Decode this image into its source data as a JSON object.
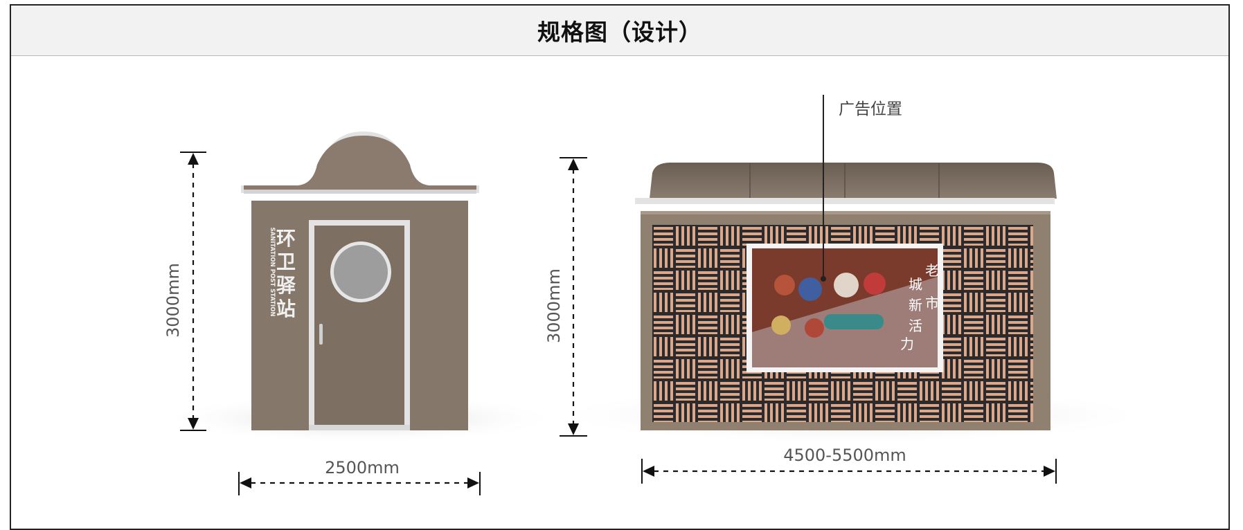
{
  "header": {
    "title": "规格图（设计）"
  },
  "booth": {
    "sign_cn": [
      "环",
      "卫",
      "驿",
      "站"
    ],
    "sign_en": "SANITATION POST STATION",
    "height_label": "3000mm",
    "width_label": "2500mm"
  },
  "pavilion": {
    "ad_label": "广告位置",
    "height_label": "3000mm",
    "width_label": "4500-5500mm",
    "poster_text": [
      "老",
      "城",
      "市",
      "新",
      "活",
      "力"
    ]
  },
  "colors": {
    "wall": "#857769",
    "trim": "#e4e4e4",
    "lattice": "#d6a58a",
    "poster": "#7a3a2c"
  }
}
